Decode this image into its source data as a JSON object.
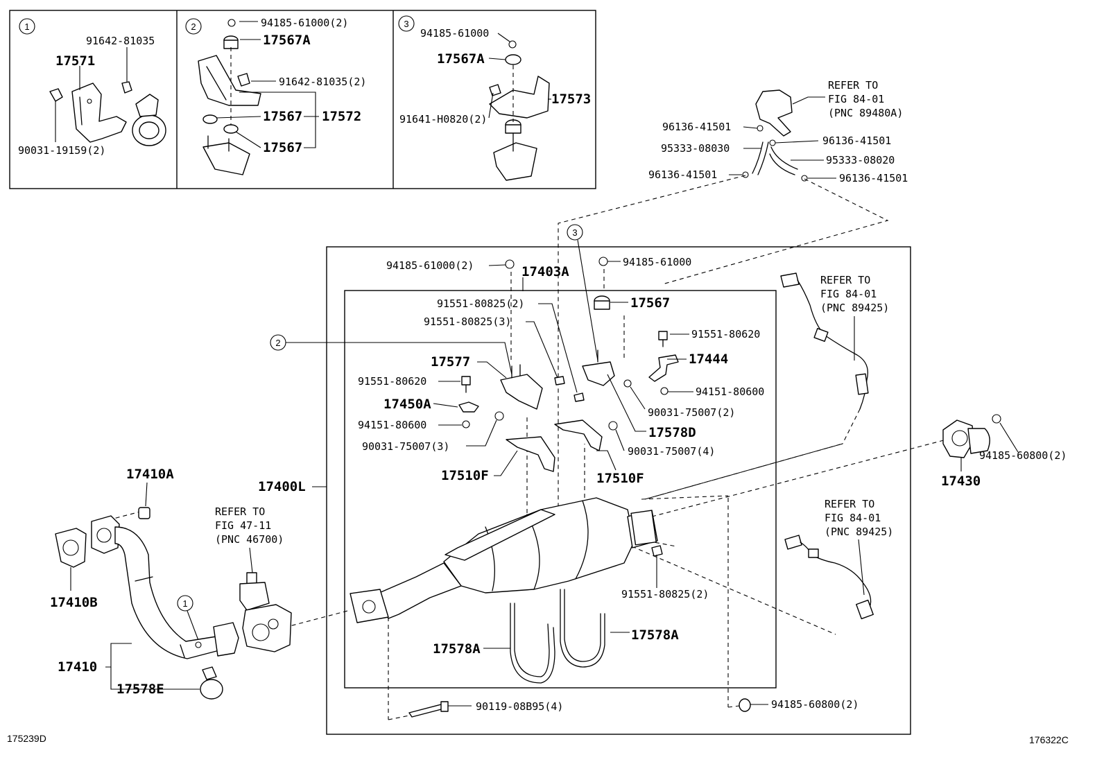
{
  "figure_ids": {
    "left": "175239D",
    "right": "176322C"
  },
  "inset_numbers": [
    "1",
    "2",
    "3"
  ],
  "labels": {
    "i1_91642": "91642-81035",
    "i1_17571": "17571",
    "i1_90031": "90031-19159(2)",
    "i2_94185": "94185-61000(2)",
    "i2_17567A": "17567A",
    "i2_91642": "91642-81035(2)",
    "i2_17567a": "17567",
    "i2_17572": "17572",
    "i2_17567b": "17567",
    "i3_94185": "94185-61000",
    "i3_17567A": "17567A",
    "i3_17573": "17573",
    "i3_91641": "91641-H0820(2)",
    "sensor_top_refer": [
      "REFER TO",
      "FIG 84-01",
      "(PNC 89480A)"
    ],
    "h_96136_a": "96136-41501",
    "h_95333_a": "95333-08030",
    "h_96136_b": "96136-41501",
    "h_96136_c": "96136-41501",
    "h_95333_b": "95333-08020",
    "h_96136_d": "96136-41501",
    "m_94185_2": "94185-61000(2)",
    "m_17403A": "17403A",
    "m_94185": "94185-61000",
    "m_91551_825_2": "91551-80825(2)",
    "m_17567": "17567",
    "m_91551_825_3": "91551-80825(3)",
    "m_91551_620_r": "91551-80620",
    "m_17577": "17577",
    "m_17444": "17444",
    "m_91551_620_l": "91551-80620",
    "m_94151_r": "94151-80600",
    "m_17450A": "17450A",
    "m_90031_2": "90031-75007(2)",
    "m_94151_l": "94151-80600",
    "m_17578D": "17578D",
    "m_90031_3": "90031-75007(3)",
    "m_90031_4": "90031-75007(4)",
    "m_17510F_l": "17510F",
    "m_17510F_r": "17510F",
    "m_17400L": "17400L",
    "m_91551_825_b": "91551-80825(2)",
    "m_17578A_l": "17578A",
    "m_17578A_r": "17578A",
    "m_90119": "90119-08B95(4)",
    "m_94185_608": "94185-60800(2)",
    "sensor_mid_refer": [
      "REFER TO",
      "FIG 84-01",
      "(PNC 89425)"
    ],
    "sensor_low_refer": [
      "REFER TO",
      "FIG 84-01",
      "(PNC 89425)"
    ],
    "r_94185_608": "94185-60800(2)",
    "r_17430": "17430",
    "p_17410A": "17410A",
    "p_17410B": "17410B",
    "p_17410": "17410",
    "p_17578E": "17578E",
    "valve_refer": [
      "REFER TO",
      "FIG 47-11",
      "(PNC 46700)"
    ]
  }
}
